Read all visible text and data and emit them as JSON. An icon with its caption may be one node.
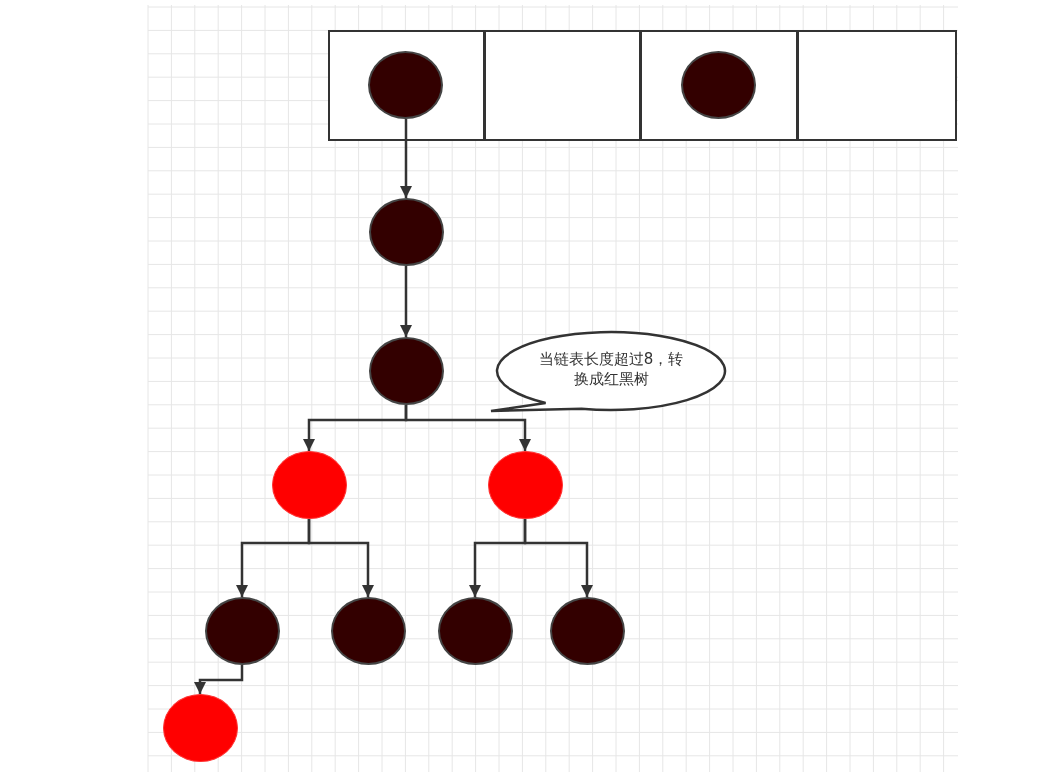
{
  "diagram": {
    "nodes": [
      {
        "text": [],
        "shape": "box"
      },
      {
        "text": [],
        "shape": "box"
      },
      {
        "text": [],
        "shape": "box"
      },
      {
        "text": [],
        "shape": "box"
      },
      {
        "text": [],
        "shape": "circle",
        "in": 0
      },
      {
        "text": [],
        "shape": "circle",
        "in": 2
      },
      {
        "text": [],
        "shape": "circle"
      },
      {
        "text": [],
        "shape": "circle"
      },
      {
        "text": [
          "当链表长度超过8，转换成红黑树"
        ]
      },
      {
        "text": [],
        "shape": "circle"
      },
      {
        "text": [],
        "shape": "circle"
      },
      {
        "text": [],
        "shape": "circle"
      },
      {
        "text": [],
        "shape": "circle"
      },
      {
        "text": [],
        "shape": "circle"
      },
      {
        "text": [],
        "shape": "circle"
      },
      {
        "text": [],
        "shape": "circle"
      }
    ],
    "edges": [
      {
        "from": 4,
        "to": 6,
        "arrow": "to"
      },
      {
        "from": 6,
        "to": 7,
        "arrow": "to"
      },
      {
        "from": 7,
        "to": 9,
        "arrow": "to"
      },
      {
        "from": 7,
        "to": 10,
        "arrow": "to"
      },
      {
        "from": 9,
        "to": 11,
        "arrow": "to"
      },
      {
        "from": 9,
        "to": 12,
        "arrow": "to"
      },
      {
        "from": 10,
        "to": 13,
        "arrow": "to"
      },
      {
        "from": 10,
        "to": 14,
        "arrow": "to"
      },
      {
        "from": 11,
        "to": 15,
        "arrow": "to"
      }
    ]
  }
}
